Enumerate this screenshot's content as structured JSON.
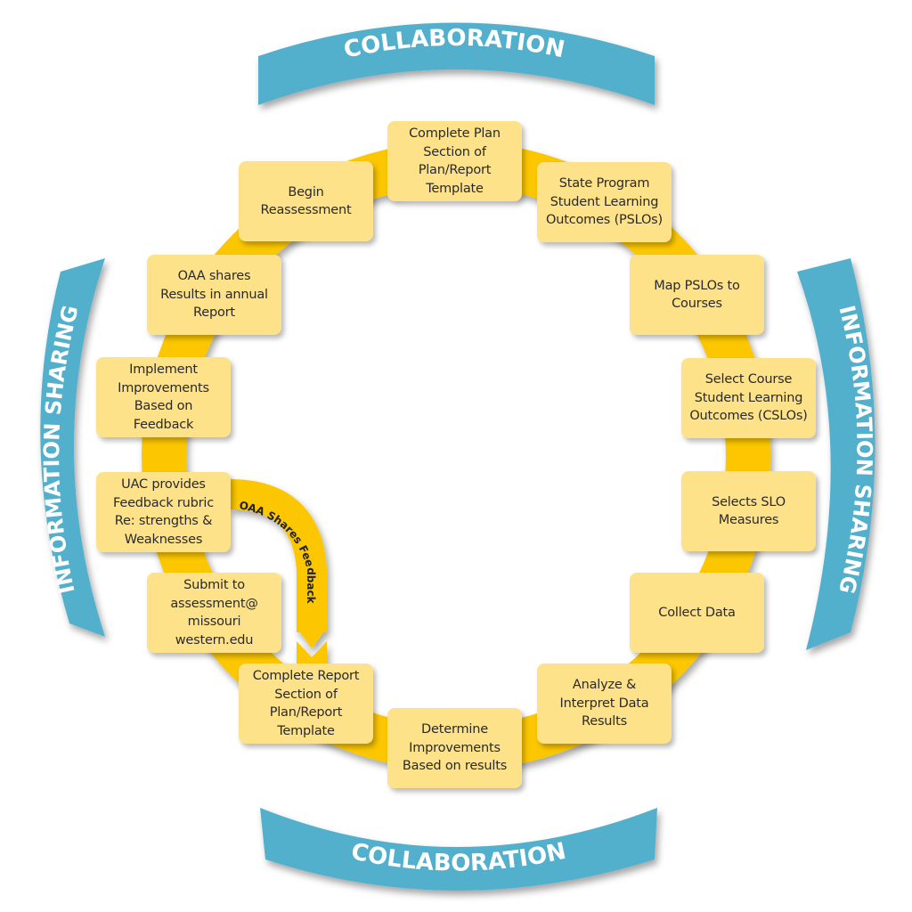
{
  "banners": {
    "top": "COLLABORATION",
    "bottom": "COLLABORATION",
    "left": "INFORMATION SHARING",
    "right": "INFORMATION SHARING"
  },
  "feedback_arrow": {
    "label": "OAA Shares Feedback"
  },
  "steps": [
    {
      "id": "complete-plan",
      "label": "Complete Plan\nSection of\nPlan/Report\nTemplate"
    },
    {
      "id": "state-pslos",
      "label": "State Program\nStudent Learning\nOutcomes (PSLOs)"
    },
    {
      "id": "map-pslos",
      "label": "Map PSLOs to\nCourses"
    },
    {
      "id": "select-cslos",
      "label": "Select Course\nStudent Learning\nOutcomes (CSLOs)"
    },
    {
      "id": "selects-measures",
      "label": "Selects SLO\nMeasures"
    },
    {
      "id": "collect-data",
      "label": "Collect Data"
    },
    {
      "id": "analyze-data",
      "label": "Analyze &\nInterpret Data\nResults"
    },
    {
      "id": "determine-improvements",
      "label": "Determine\nImprovements\nBased on results"
    },
    {
      "id": "complete-report",
      "label": "Complete Report\nSection of\nPlan/Report\nTemplate"
    },
    {
      "id": "submit",
      "label": "Submit to\nassessment@\nmissouri\nwestern.edu"
    },
    {
      "id": "uac-feedback",
      "label": "UAC provides\nFeedback rubric\nRe: strengths &\nWeaknesses"
    },
    {
      "id": "implement-improvements",
      "label": "Implement\nImprovements\nBased on\nFeedback"
    },
    {
      "id": "oaa-shares",
      "label": "OAA shares\nResults  in annual\nReport"
    },
    {
      "id": "begin-reassessment",
      "label": "Begin\nReassessment"
    }
  ],
  "colors": {
    "ring": "#fcc700",
    "box": "#fde28a",
    "banner": "#52b0cd",
    "text": "#2a2a2a"
  }
}
